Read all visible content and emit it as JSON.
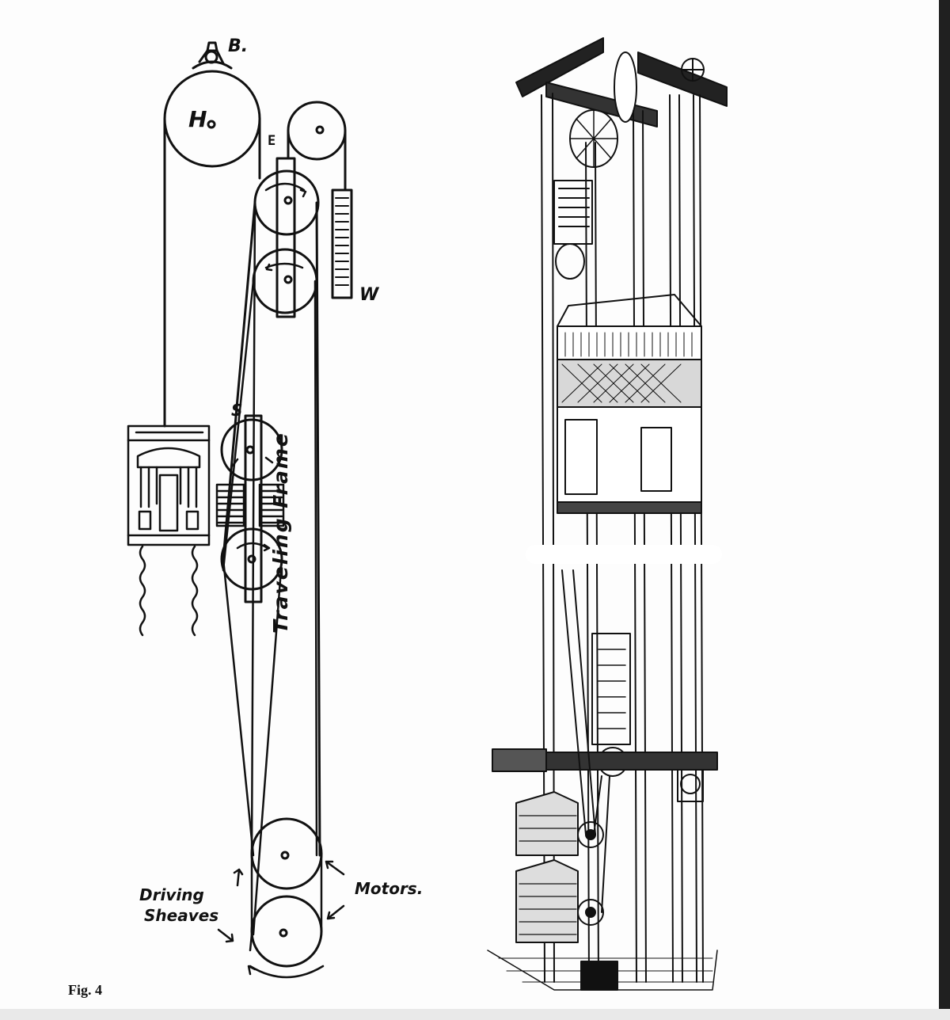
{
  "schematic": {
    "label_b": "B.",
    "label_h": "H",
    "label_e": "E",
    "label_w": "W",
    "label_s": "S",
    "traveling_frame": "Traveling Frame",
    "driving_sheaves_line1": "Driving",
    "driving_sheaves_line2": "Sheaves",
    "motors": "Motors."
  },
  "caption": "Fig. 4"
}
